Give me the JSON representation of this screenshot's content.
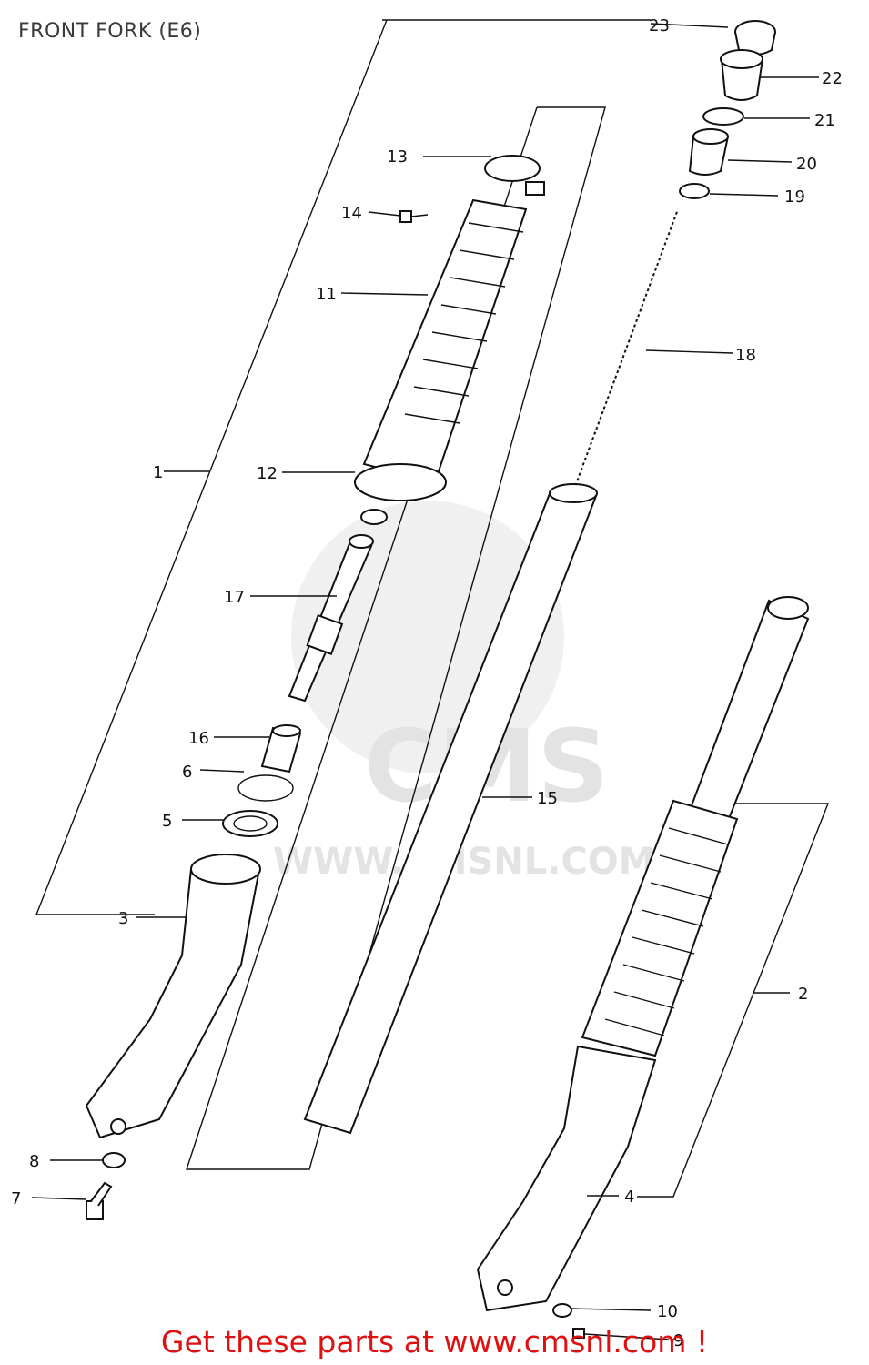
{
  "title": "FRONT FORK (E6)",
  "watermark": {
    "logo_text": "CMS",
    "url_text": "WWW.CMSNL.COM"
  },
  "callouts": [
    {
      "id": "23",
      "label": "23"
    },
    {
      "id": "22",
      "label": "22"
    },
    {
      "id": "21",
      "label": "21"
    },
    {
      "id": "20",
      "label": "20"
    },
    {
      "id": "19",
      "label": "19"
    },
    {
      "id": "18",
      "label": "18"
    },
    {
      "id": "13",
      "label": "13"
    },
    {
      "id": "14",
      "label": "14"
    },
    {
      "id": "11",
      "label": "11"
    },
    {
      "id": "12",
      "label": "12"
    },
    {
      "id": "1",
      "label": "1"
    },
    {
      "id": "17",
      "label": "17"
    },
    {
      "id": "16",
      "label": "16"
    },
    {
      "id": "6",
      "label": "6"
    },
    {
      "id": "5",
      "label": "5"
    },
    {
      "id": "15",
      "label": "15"
    },
    {
      "id": "3",
      "label": "3"
    },
    {
      "id": "2",
      "label": "2"
    },
    {
      "id": "8",
      "label": "8"
    },
    {
      "id": "7",
      "label": "7"
    },
    {
      "id": "4",
      "label": "4"
    },
    {
      "id": "10",
      "label": "10"
    },
    {
      "id": "9",
      "label": "9"
    }
  ],
  "footer": "Get these parts at www.cmsnl.com !",
  "colors": {
    "footer": "#e01010",
    "watermark": "#e3e3e3",
    "lines": "#111111"
  }
}
